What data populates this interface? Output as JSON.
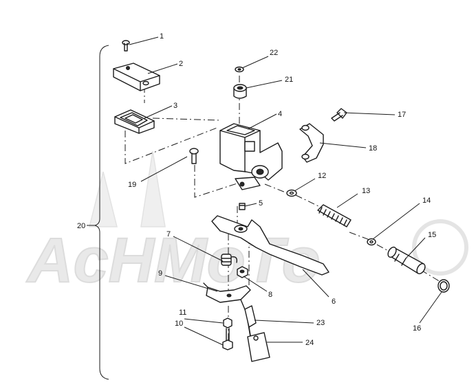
{
  "diagram": {
    "watermark_text": "AcHMoTo",
    "callouts": [
      {
        "id": "1",
        "label": "1"
      },
      {
        "id": "2",
        "label": "2"
      },
      {
        "id": "3",
        "label": "3"
      },
      {
        "id": "4",
        "label": "4"
      },
      {
        "id": "5",
        "label": "5"
      },
      {
        "id": "6",
        "label": "6"
      },
      {
        "id": "7",
        "label": "7"
      },
      {
        "id": "8",
        "label": "8"
      },
      {
        "id": "9",
        "label": "9"
      },
      {
        "id": "10",
        "label": "10"
      },
      {
        "id": "11",
        "label": "11"
      },
      {
        "id": "12",
        "label": "12"
      },
      {
        "id": "13",
        "label": "13"
      },
      {
        "id": "14",
        "label": "14"
      },
      {
        "id": "15",
        "label": "15"
      },
      {
        "id": "16",
        "label": "16"
      },
      {
        "id": "17",
        "label": "17"
      },
      {
        "id": "18",
        "label": "18"
      },
      {
        "id": "19",
        "label": "19"
      },
      {
        "id": "20",
        "label": "20"
      },
      {
        "id": "21",
        "label": "21"
      },
      {
        "id": "22",
        "label": "22"
      },
      {
        "id": "23",
        "label": "23"
      },
      {
        "id": "24",
        "label": "24"
      }
    ]
  }
}
